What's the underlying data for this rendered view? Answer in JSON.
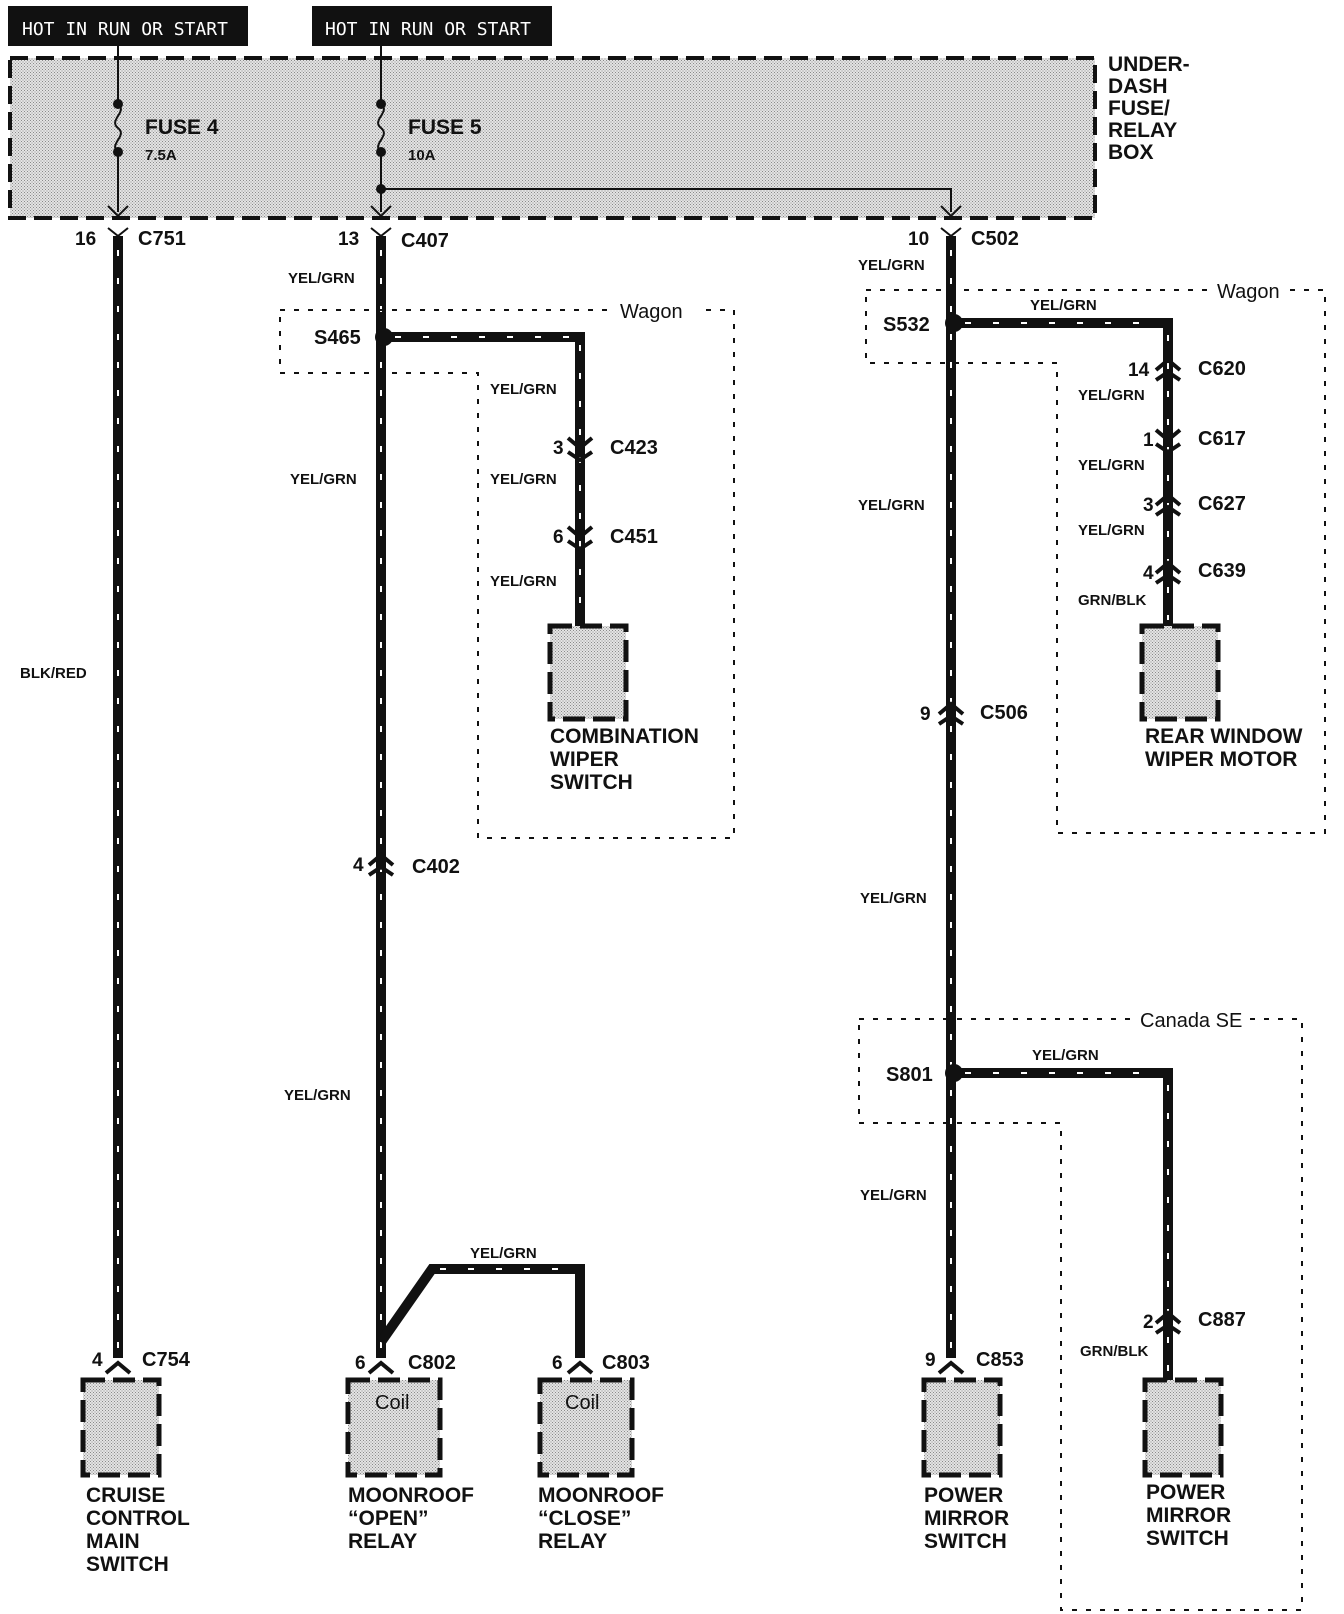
{
  "headers": {
    "left": "HOT IN RUN OR START",
    "right": "HOT IN RUN OR START"
  },
  "fuse_box": {
    "label_lines": [
      "UNDER-",
      "DASH",
      "FUSE/",
      "RELAY",
      "BOX"
    ],
    "fuse4": {
      "name": "FUSE 4",
      "rating": "7.5A"
    },
    "fuse5": {
      "name": "FUSE 5",
      "rating": "10A"
    }
  },
  "connectors": {
    "c751": {
      "pin": "16",
      "name": "C751"
    },
    "c407": {
      "pin": "13",
      "name": "C407"
    },
    "c502": {
      "pin": "10",
      "name": "C502"
    },
    "c423": {
      "pin": "3",
      "name": "C423"
    },
    "c451": {
      "pin": "6",
      "name": "C451"
    },
    "c402": {
      "pin": "4",
      "name": "C402"
    },
    "c620": {
      "pin": "14",
      "name": "C620"
    },
    "c617": {
      "pin": "1",
      "name": "C617"
    },
    "c627": {
      "pin": "3",
      "name": "C627"
    },
    "c639": {
      "pin": "4",
      "name": "C639"
    },
    "c506": {
      "pin": "9",
      "name": "C506"
    },
    "c887": {
      "pin": "2",
      "name": "C887"
    },
    "c754": {
      "pin": "4",
      "name": "C754"
    },
    "c802": {
      "pin": "6",
      "name": "C802"
    },
    "c803": {
      "pin": "6",
      "name": "C803"
    },
    "c853": {
      "pin": "9",
      "name": "C853"
    }
  },
  "splices": {
    "s465": "S465",
    "s532": "S532",
    "s801": "S801"
  },
  "wire_colors": {
    "blk_red": "BLK/RED",
    "yel_grn": "YEL/GRN",
    "grn_blk": "GRN/BLK"
  },
  "options": {
    "wagon_left": "Wagon",
    "wagon_right": "Wagon",
    "canada": "Canada SE"
  },
  "components": {
    "cruise": [
      "CRUISE",
      "CONTROL",
      "MAIN",
      "SWITCH"
    ],
    "moonroof_open": [
      "MOONROOF",
      "“OPEN”",
      "RELAY"
    ],
    "moonroof_close": [
      "MOONROOF",
      "“CLOSE”",
      "RELAY"
    ],
    "combo_wiper": [
      "COMBINATION",
      "WIPER",
      "SWITCH"
    ],
    "rear_wiper": [
      "REAR WINDOW",
      "WIPER MOTOR"
    ],
    "power_mirror_1": [
      "POWER",
      "MIRROR",
      "SWITCH"
    ],
    "power_mirror_2": [
      "POWER",
      "MIRROR",
      "SWITCH"
    ],
    "coil": "Coil"
  }
}
